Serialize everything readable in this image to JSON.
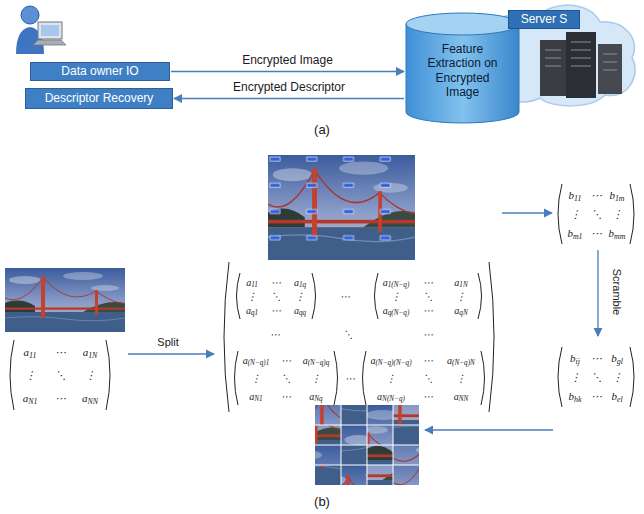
{
  "diagram": {
    "nodes": [
      {
        "text": [
          "Data owner IO"
        ]
      },
      {
        "text": [
          "Descriptor Recovery"
        ]
      },
      {
        "text": [
          "Feature Extraction on Encrypted Image"
        ]
      },
      {
        "text": [
          "Server S"
        ]
      }
    ],
    "edges": [
      {
        "from": 0,
        "to": 2,
        "arrow": "to",
        "label": "Encrypted Image"
      },
      {
        "from": 2,
        "to": 1,
        "arrow": "to",
        "label": "Encrypted Descriptor"
      }
    ],
    "labels": [
      "(a)",
      "a11",
      "⋯",
      "a1N",
      "⋮",
      "⋱",
      "⋮",
      "aN1",
      "⋯",
      "aNN",
      "Split",
      "a11",
      "⋯",
      "a1q",
      "⋮",
      "⋱",
      "⋮",
      "aq1",
      "⋯",
      "aqq",
      "⋯",
      "a1(N−q)",
      "⋯",
      "a1N",
      "⋮",
      "⋱",
      "⋮",
      "aq(N−q)",
      "⋯",
      "aqN",
      "⋯",
      "⋱",
      "⋯",
      "a(N−q)1",
      "⋯",
      "a(N−q)q",
      "⋮",
      "⋱",
      "⋮",
      "aN1",
      "⋯",
      "aNq",
      "⋯",
      "a(N−q)(N−q)",
      "⋯",
      "a(N−q)N",
      "⋮",
      "⋱",
      "⋮",
      "aN(N−q)",
      "⋯",
      "aNN",
      "b11",
      "⋯",
      "b1m",
      "⋮",
      "⋱",
      "⋮",
      "bm1",
      "⋯",
      "bmm",
      "Scramble",
      "bij",
      "⋯",
      "bgl",
      "⋮",
      "⋱",
      "⋮",
      "bhk",
      "⋯",
      "bel",
      "(b)"
    ]
  }
}
